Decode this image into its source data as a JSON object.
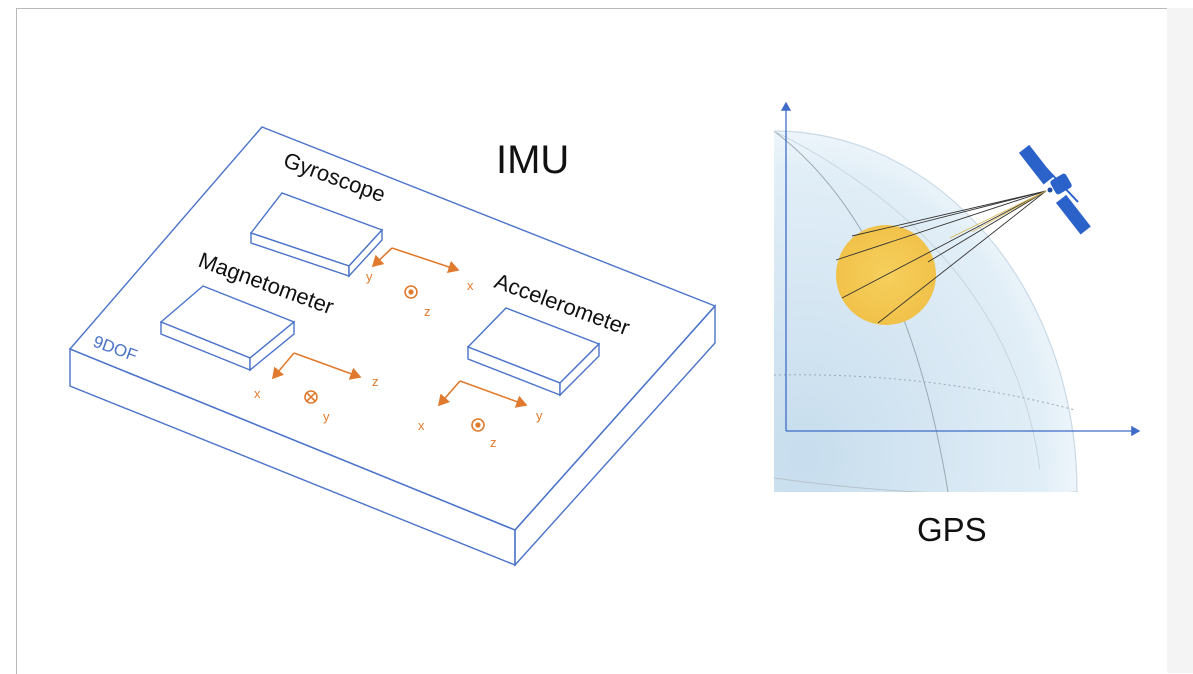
{
  "diagram": {
    "imu_title": "IMU",
    "gps_title": "GPS",
    "board_label": "9DOF",
    "sensors": {
      "gyroscope": "Gyroscope",
      "magnetometer": "Magnetometer",
      "accelerometer": "Accelerometer"
    },
    "axes": {
      "gyroscope": {
        "a": "y",
        "b": "x",
        "c": "z"
      },
      "magnetometer": {
        "a": "x",
        "b": "z",
        "c": "y"
      },
      "accelerometer": {
        "a": "x",
        "b": "y",
        "c": "z"
      }
    },
    "colors": {
      "board": "#4a73c9",
      "axes": "#e07a2e",
      "globe": "#d6e9f5",
      "spot": "#f3c64a",
      "satellite": "#2b62c9"
    },
    "icons": [
      "satellite-icon"
    ]
  }
}
